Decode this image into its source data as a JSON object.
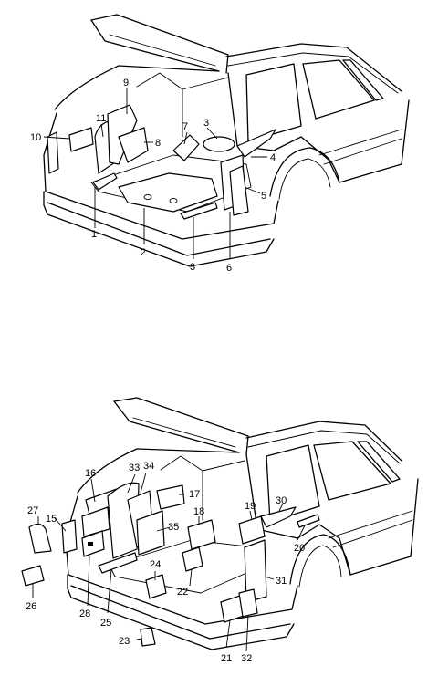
{
  "top_view": {
    "callouts": [
      "1",
      "2",
      "3",
      "3",
      "4",
      "5",
      "6",
      "7",
      "8",
      "9",
      "10",
      "11"
    ]
  },
  "bottom_view": {
    "callouts": [
      "15",
      "16",
      "17",
      "18",
      "19",
      "20",
      "21",
      "22",
      "23",
      "24",
      "25",
      "26",
      "27",
      "28",
      "30",
      "31",
      "32",
      "33",
      "34",
      "35"
    ]
  }
}
